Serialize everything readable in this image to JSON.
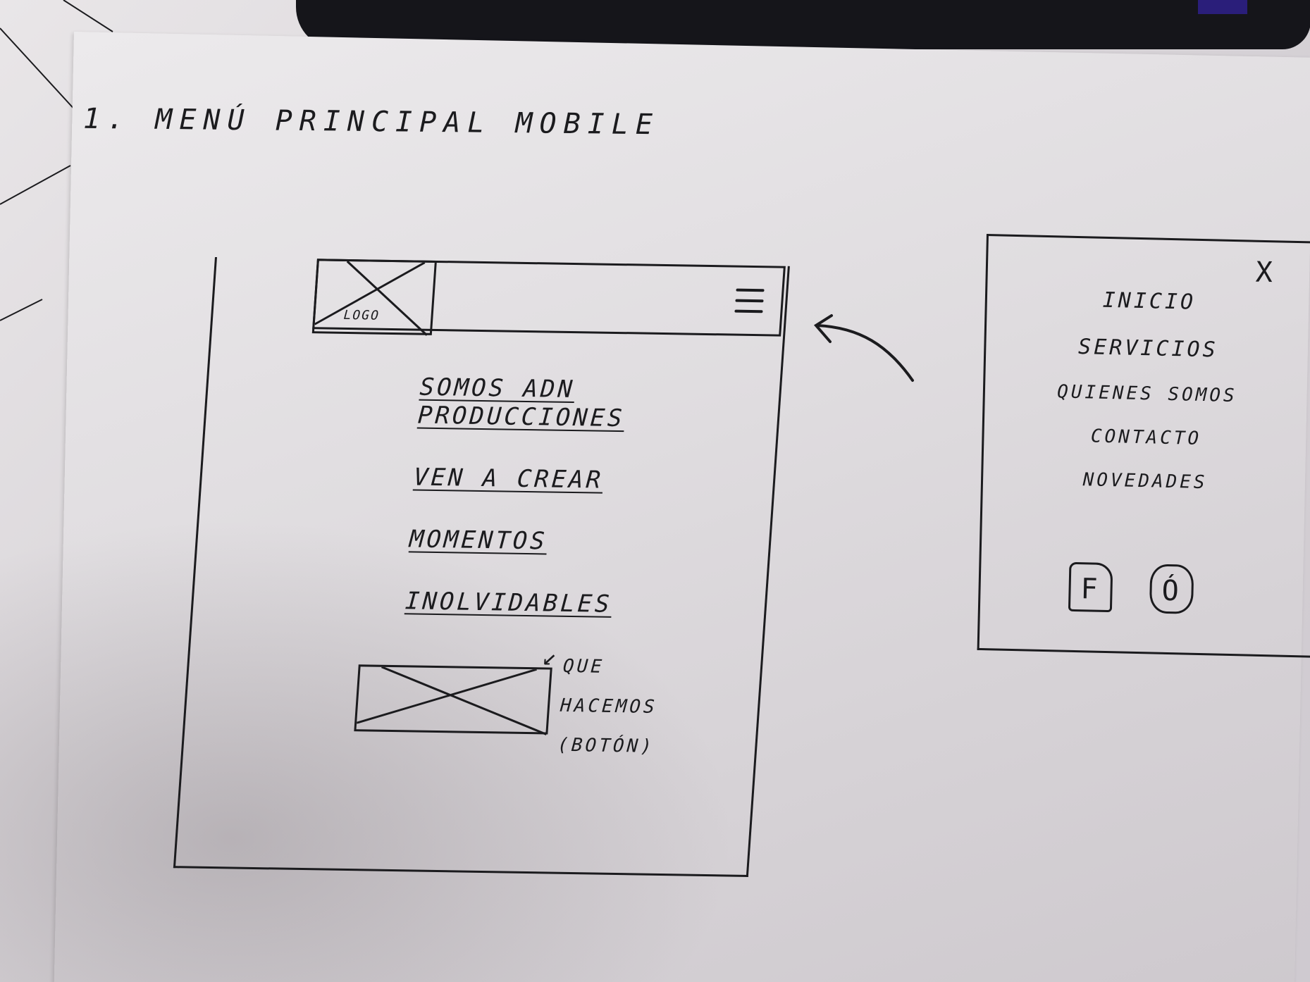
{
  "sheet": {
    "title": "1. Menú principal mobile"
  },
  "mobile": {
    "logo_label": "Logo",
    "hero_lines": [
      "Somos ADN producciones",
      "Ven a crear",
      "momentos",
      "inolvidables"
    ],
    "cta_note": [
      "Que",
      "hacemos",
      "(Botón)"
    ]
  },
  "menu": {
    "close_symbol": "X",
    "items": [
      "Inicio",
      "Servicios",
      "Quienes somos",
      "Contacto",
      "Novedades"
    ],
    "social": {
      "facebook_glyph": "f",
      "instagram_glyph": "ó"
    }
  }
}
